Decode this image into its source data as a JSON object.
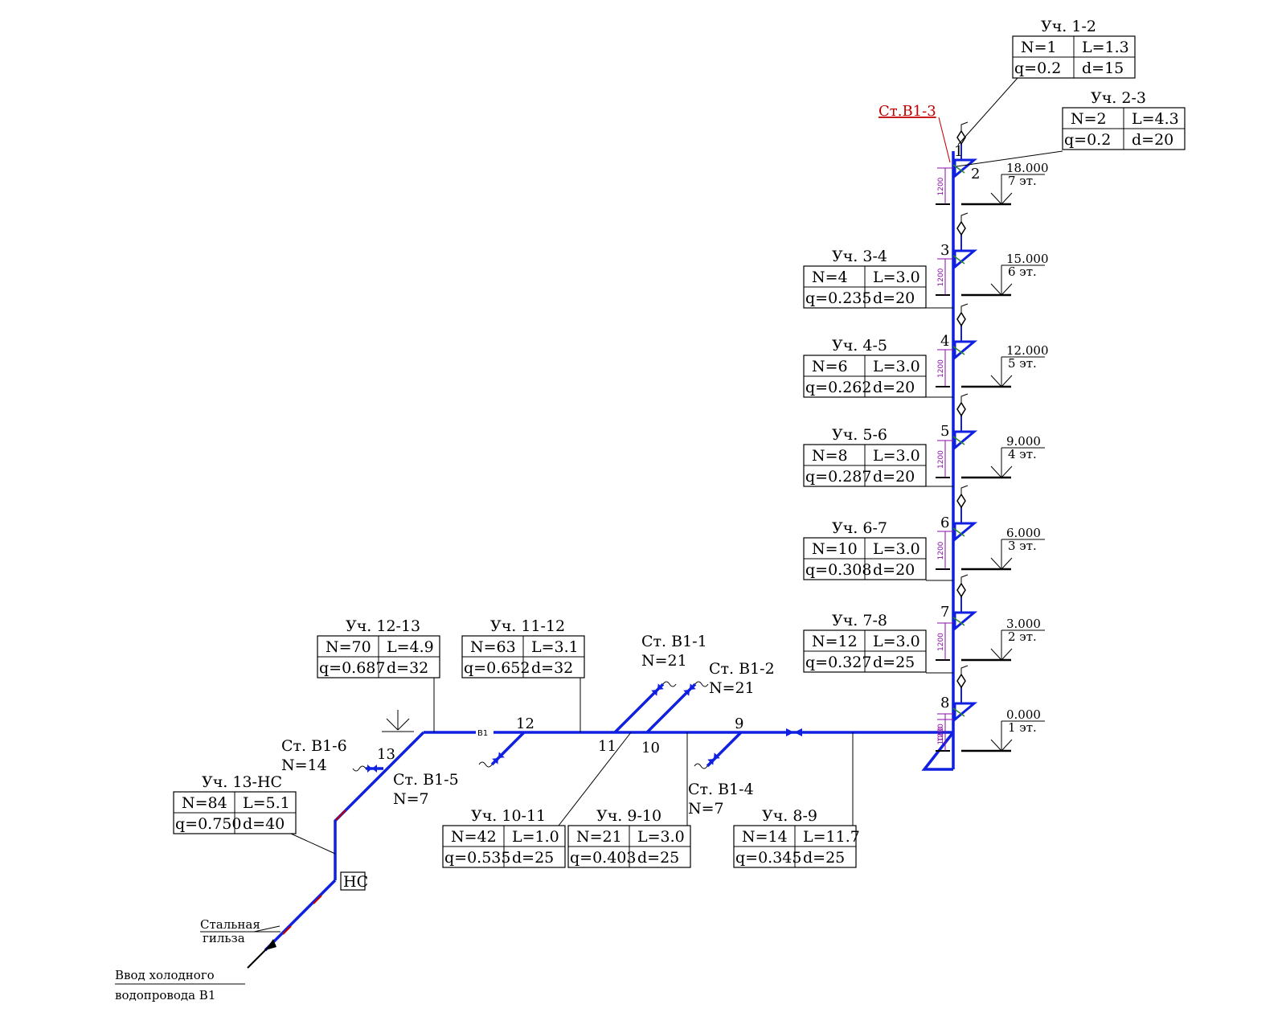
{
  "riser_label": "Ст.В1-3",
  "sections": [
    {
      "id": "s12",
      "title": "Уч. 1-2",
      "N": "N=1",
      "L": "L=1.3",
      "q": "q=0.2",
      "d": "d=15"
    },
    {
      "id": "s23",
      "title": "Уч. 2-3",
      "N": "N=2",
      "L": "L=4.3",
      "q": "q=0.2",
      "d": "d=20"
    },
    {
      "id": "s34",
      "title": "Уч. 3-4",
      "N": "N=4",
      "L": "L=3.0",
      "q": "q=0.235",
      "d": "d=20"
    },
    {
      "id": "s45",
      "title": "Уч. 4-5",
      "N": "N=6",
      "L": "L=3.0",
      "q": "q=0.262",
      "d": "d=20"
    },
    {
      "id": "s56",
      "title": "Уч. 5-6",
      "N": "N=8",
      "L": "L=3.0",
      "q": "q=0.287",
      "d": "d=20"
    },
    {
      "id": "s67",
      "title": "Уч. 6-7",
      "N": "N=10",
      "L": "L=3.0",
      "q": "q=0.308",
      "d": "d=20"
    },
    {
      "id": "s78",
      "title": "Уч. 7-8",
      "N": "N=12",
      "L": "L=3.0",
      "q": "q=0.327",
      "d": "d=25"
    },
    {
      "id": "s89",
      "title": "Уч. 8-9",
      "N": "N=14",
      "L": "L=11.7",
      "q": "q=0.345",
      "d": "d=25"
    },
    {
      "id": "s910",
      "title": "Уч. 9-10",
      "N": "N=21",
      "L": "L=3.0",
      "q": "q=0.403",
      "d": "d=25"
    },
    {
      "id": "s1011",
      "title": "Уч. 10-11",
      "N": "N=42",
      "L": "L=1.0",
      "q": "q=0.535",
      "d": "d=25"
    },
    {
      "id": "s1112",
      "title": "Уч. 11-12",
      "N": "N=63",
      "L": "L=3.1",
      "q": "q=0.652",
      "d": "d=32"
    },
    {
      "id": "s1213",
      "title": "Уч. 12-13",
      "N": "N=70",
      "L": "L=4.9",
      "q": "q=0.687",
      "d": "d=32"
    },
    {
      "id": "s13ns",
      "title": "Уч. 13-НС",
      "N": "N=84",
      "L": "L=5.1",
      "q": "q=0.750",
      "d": "d=40"
    }
  ],
  "floors": [
    {
      "elev": "18.000",
      "name": "7 эт."
    },
    {
      "elev": "15.000",
      "name": "6 эт."
    },
    {
      "elev": "12.000",
      "name": "5 эт."
    },
    {
      "elev": "9.000",
      "name": "4 эт."
    },
    {
      "elev": "6.000",
      "name": "3 эт."
    },
    {
      "elev": "3.000",
      "name": "2 эт."
    },
    {
      "elev": "0.000",
      "name": "1 эт."
    }
  ],
  "nodes": [
    "1",
    "2",
    "3",
    "4",
    "5",
    "6",
    "7",
    "8",
    "9",
    "10",
    "11",
    "12",
    "13"
  ],
  "dims": [
    "1200",
    "1200",
    "1200",
    "1200",
    "1200",
    "1200",
    "1200",
    "1000"
  ],
  "risers": {
    "b11": {
      "name": "Ст. В1-1",
      "n": "N=21"
    },
    "b12": {
      "name": "Ст. В1-2",
      "n": "N=21"
    },
    "b14": {
      "name": "Ст. В1-4",
      "n": "N=7"
    },
    "b15": {
      "name": "Ст. В1-5",
      "n": "N=7"
    },
    "b16": {
      "name": "Ст. В1-6",
      "n": "N=14"
    }
  },
  "pipe_label": "В1",
  "pump_label": "НС",
  "sleeve": {
    "line1": "Стальная",
    "line2": "гильза"
  },
  "inlet": {
    "line1": "Ввод холодного",
    "line2": "водопровода В1"
  },
  "colors": {
    "pipe": "#1020e0",
    "riser_label": "#c00000",
    "dims": "#8a0ea8"
  }
}
